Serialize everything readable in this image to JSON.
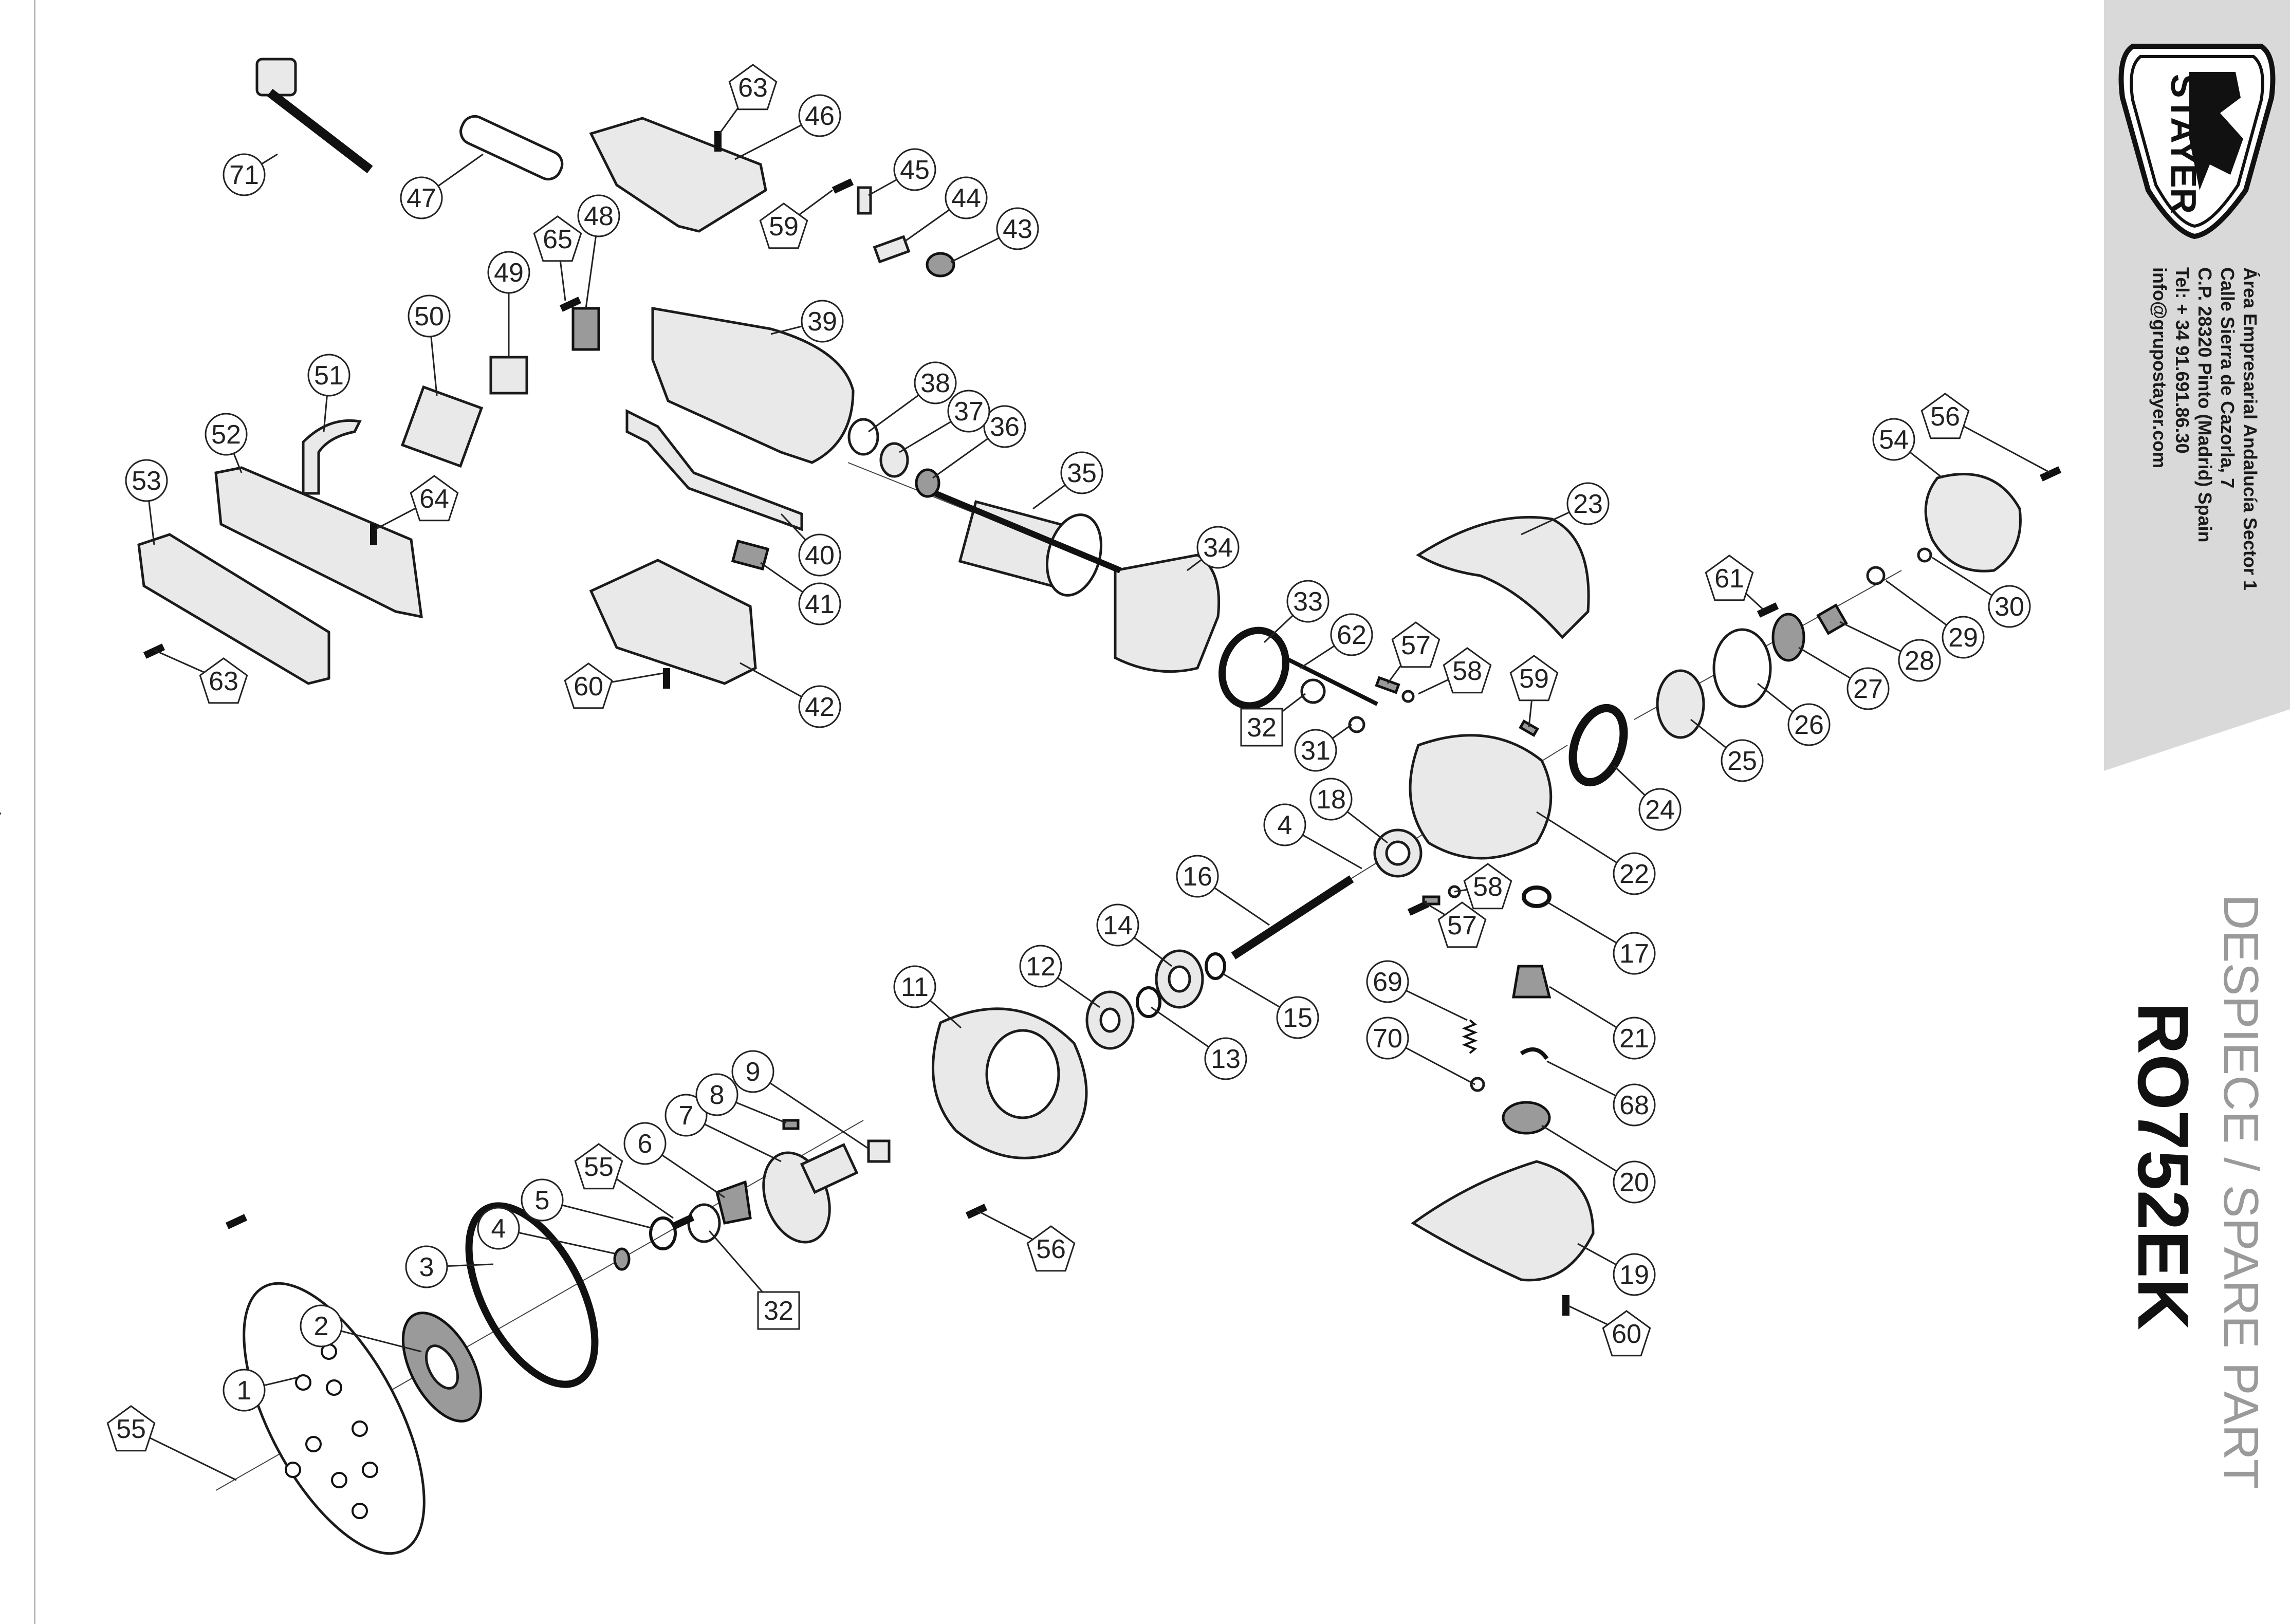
{
  "website": "www.grupostayer.com",
  "brand": {
    "logo_text": "STAYER"
  },
  "address": {
    "line1": "Área Empresarial Andalucía Sector 1",
    "line2": "Calle Sierra de Cazorla, 7",
    "line3": "C.P. 28320 Pinto (Madrid) Spain",
    "line4": "Tel: + 34 91.691.86.30",
    "line5": "info@grupostayer.com"
  },
  "title": {
    "subtitle": "DESPIECE / SPARE PART",
    "model": "RO752EK"
  },
  "parts_callouts": [
    "1",
    "2",
    "3",
    "4",
    "4",
    "5",
    "6",
    "7",
    "8",
    "9",
    "11",
    "12",
    "13",
    "14",
    "15",
    "16",
    "17",
    "18",
    "19",
    "20",
    "21",
    "22",
    "23",
    "24",
    "25",
    "26",
    "27",
    "28",
    "29",
    "30",
    "31",
    "32",
    "32",
    "33",
    "34",
    "35",
    "36",
    "37",
    "38",
    "39",
    "40",
    "41",
    "42",
    "43",
    "44",
    "45",
    "46",
    "47",
    "48",
    "49",
    "50",
    "51",
    "52",
    "53",
    "54",
    "55",
    "55",
    "56",
    "56",
    "57",
    "57",
    "58",
    "58",
    "59",
    "59",
    "60",
    "60",
    "61",
    "62",
    "63",
    "63",
    "64",
    "65",
    "68",
    "69",
    "70",
    "71"
  ],
  "colors": {
    "panel_grey": "#d9d9d9",
    "title_grey": "#9a9a9a"
  }
}
